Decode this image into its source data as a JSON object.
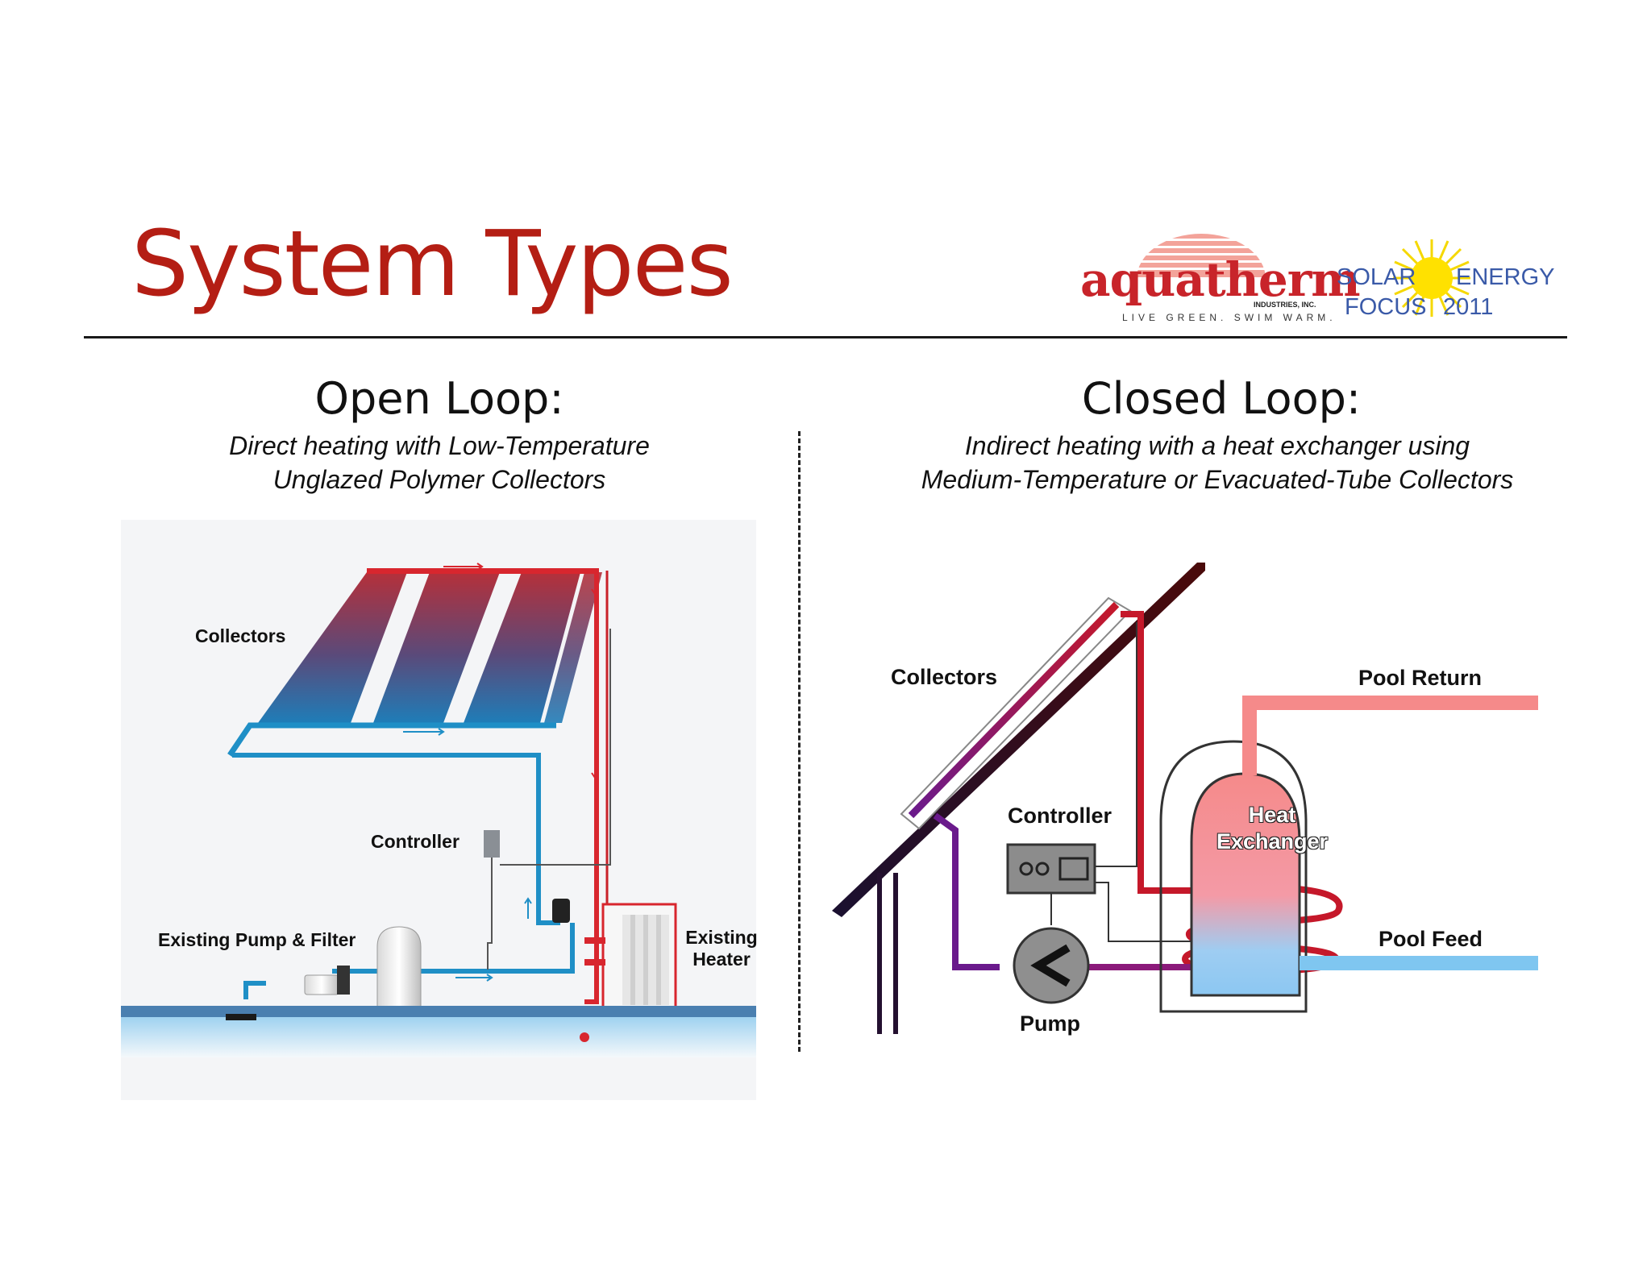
{
  "title": "System Types",
  "logos": {
    "aquatherm": {
      "name": "aquatherm",
      "inc": "INDUSTRIES, INC.",
      "tagline": "LIVE GREEN. SWIM WARM."
    },
    "solar_focus": {
      "solar": "SOLAR",
      "energy": "ENERGY",
      "focus": "FOCUS",
      "year": "2011"
    }
  },
  "open_loop": {
    "heading": "Open Loop:",
    "subtitle_line1": "Direct heating with Low-Temperature",
    "subtitle_line2": "Unglazed Polymer Collectors",
    "labels": {
      "collectors": "Collectors",
      "controller": "Controller",
      "pump_filter": "Existing Pump & Filter",
      "heater_line1": "Existing",
      "heater_line2": "Heater"
    }
  },
  "closed_loop": {
    "heading": "Closed Loop:",
    "subtitle_line1": "Indirect heating with a heat exchanger using",
    "subtitle_line2": "Medium-Temperature or Evacuated-Tube Collectors",
    "labels": {
      "collectors": "Collectors",
      "controller": "Controller",
      "pool_return": "Pool Return",
      "heat_line1": "Heat",
      "heat_line2": "Exchanger",
      "pool_feed": "Pool Feed",
      "pump": "Pump"
    }
  },
  "colors": {
    "title": "#b41e14",
    "hot": "#d8262e",
    "cold": "#1f8fc6",
    "warm_pink": "#f58a8a",
    "cool_blue": "#7fc6f0",
    "purple": "#6a1a8c"
  }
}
